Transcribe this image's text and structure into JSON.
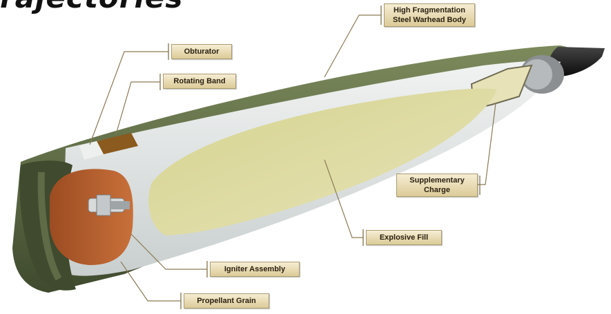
{
  "title": "rajectories",
  "labels": {
    "obturator": "Obturator",
    "rotating_band": "Rotating Band",
    "warhead_body_line1": "High Fragmentation",
    "warhead_body_line2": "Steel Warhead Body",
    "supplementary_charge_line1": "Supplementary",
    "supplementary_charge_line2": "Charge",
    "explosive_fill": "Explosive Fill",
    "igniter_assembly": "Igniter Assembly",
    "propellant_grain": "Propellant Grain"
  },
  "colors": {
    "shell_olive": "#5e6b46",
    "cut_face": "#dfe3e3",
    "explosive": "#dcd9a2",
    "propellant": "#b8602e",
    "fuze_tip": "#1a1a1a",
    "label_bg": "#e8dcb2",
    "leader_line": "#8a7a55"
  }
}
